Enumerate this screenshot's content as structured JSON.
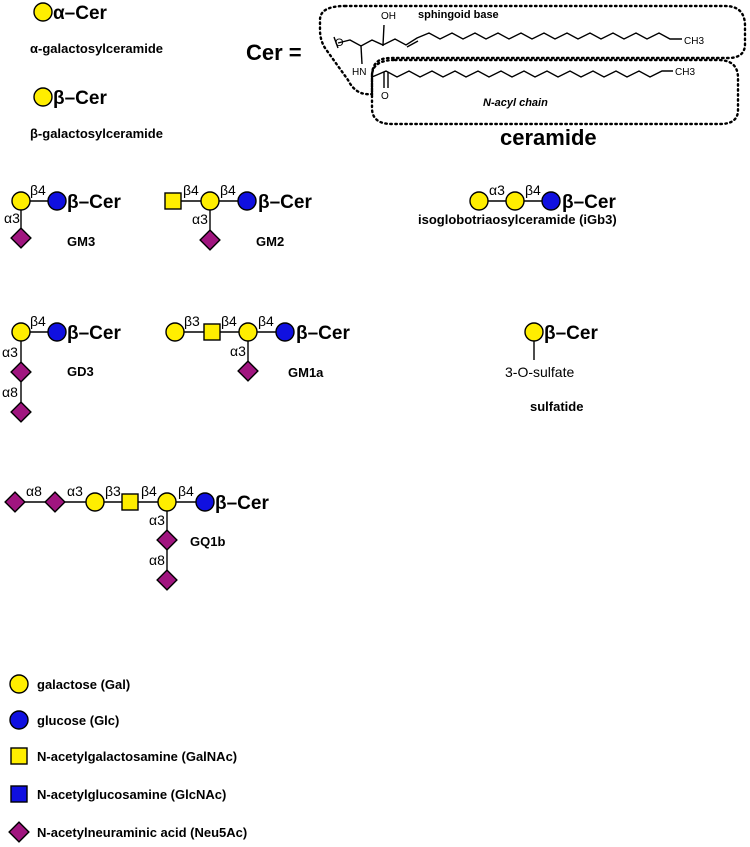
{
  "colors": {
    "galactose": "#ffee00",
    "glucose": "#1010e0",
    "neu5ac": "#a0157f",
    "background": "#ffffff"
  },
  "top": {
    "alpha_link": "α–Cer",
    "alpha_name": "α-galactosylceramide",
    "beta_link": "β–Cer",
    "beta_name": "β-galactosylceramide"
  },
  "ceramide": {
    "cer_eq": "Cer =",
    "oh": "OH",
    "sphingoid_label": "sphingoid base",
    "ch3_top": "CH3",
    "hn": "HN",
    "o_atom": "O",
    "ch3_bottom": "CH3",
    "acyl_label": "N-acyl chain",
    "title": "ceramide"
  },
  "glycans": {
    "gm3": {
      "name": "GM3",
      "b4": "β4",
      "a3": "α3",
      "cer": "β–Cer"
    },
    "gm2": {
      "name": "GM2",
      "b4a": "β4",
      "b4b": "β4",
      "a3": "α3",
      "cer": "β–Cer"
    },
    "igb3": {
      "name": "isoglobotriaosylceramide (iGb3)",
      "a3": "α3",
      "b4": "β4",
      "cer": "β–Cer"
    },
    "gd3": {
      "name": "GD3",
      "b4": "β4",
      "a3": "α3",
      "a8": "α8",
      "cer": "β–Cer"
    },
    "gm1a": {
      "name": "GM1a",
      "b3": "β3",
      "b4a": "β4",
      "b4b": "β4",
      "a3": "α3",
      "cer": "β–Cer"
    },
    "sulfatide": {
      "name": "sulfatide",
      "cer": "β–Cer",
      "sulfate": "3-O-sulfate"
    },
    "gq1b": {
      "name": "GQ1b",
      "a8a": "α8",
      "a3a": "α3",
      "b3": "β3",
      "b4a": "β4",
      "b4b": "β4",
      "a3b": "α3",
      "a8b": "α8",
      "cer": "β–Cer"
    }
  },
  "legend": {
    "items": [
      {
        "icon": "galactose-circle-icon",
        "label": "galactose (Gal)"
      },
      {
        "icon": "glucose-circle-icon",
        "label": "glucose (Glc)"
      },
      {
        "icon": "galnac-square-icon",
        "label": "N-acetylgalactosamine (GalNAc)"
      },
      {
        "icon": "glcnac-square-icon",
        "label": "N-acetylglucosamine (GlcNAc)"
      },
      {
        "icon": "neu5ac-diamond-icon",
        "label": "N-acetylneuraminic acid (Neu5Ac)"
      }
    ]
  }
}
